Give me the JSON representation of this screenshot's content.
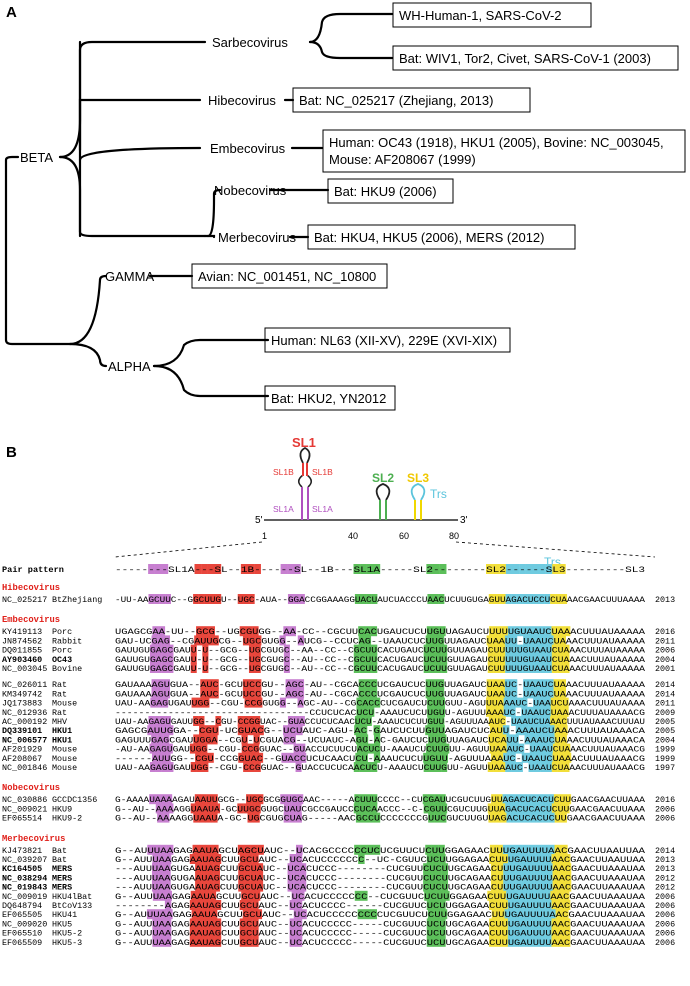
{
  "panel_a": {
    "label": "A",
    "nodes": {
      "beta": "BETA",
      "gamma": "GAMMA",
      "alpha": "ALPHA",
      "sarbecovirus": "Sarbecovirus",
      "hibecovirus": "Hibecovirus",
      "embecovirus": "Embecovirus",
      "nobecovirus": "Nobecovirus",
      "merbecovirus": "Merbecovirus"
    },
    "leaves": [
      {
        "id": "sarbeco-human",
        "lines": [
          "WH-Human-1, SARS-CoV-2"
        ]
      },
      {
        "id": "sarbeco-bat",
        "lines": [
          "Bat: WIV1, Tor2, Civet, SARS-CoV-1 (2003)"
        ]
      },
      {
        "id": "hibeco",
        "lines": [
          "Bat: NC_025217 (Zhejiang, 2013)"
        ]
      },
      {
        "id": "embeco",
        "lines": [
          "Human: OC43 (1918), HKU1 (2005), Bovine: NC_003045,",
          "Mouse: AF208067 (1999)"
        ]
      },
      {
        "id": "nobeco",
        "lines": [
          "Bat: HKU9 (2006)"
        ]
      },
      {
        "id": "merbeco",
        "lines": [
          "Bat: HKU4, HKU5 (2006), MERS (2012)"
        ]
      },
      {
        "id": "gamma",
        "lines": [
          "Avian: NC_001451, NC_10800"
        ]
      },
      {
        "id": "alpha-human",
        "lines": [
          "Human: NL63 (XII-XV), 229E (XVI-XIX)"
        ]
      },
      {
        "id": "alpha-bat",
        "lines": [
          "Bat: HKU2, YN2012"
        ]
      }
    ]
  },
  "panel_b": {
    "label": "B",
    "structure": {
      "sl1": "SL1",
      "sl1b": "SL1B",
      "sl1a": "SL1A",
      "sl2": "SL2",
      "sl3": "SL3",
      "trs": "Trs",
      "five_prime": "5'",
      "three_prime": "3'",
      "ticks": [
        "1",
        "40",
        "60",
        "80"
      ],
      "colors": {
        "sl1b": "#e53935",
        "sl1a": "#b04fbf",
        "sl2": "#4caf50",
        "sl3": "#f0d800",
        "trs": "#5bc4dc",
        "loop": "#222222"
      }
    },
    "trs_label": "Trs",
    "pair_pattern_label": "Pair pattern",
    "pair_pattern": "--------SL1A---SL--1B------SL--1B---SL1A-----SL2--------SL2------SL3---------SL3",
    "blocks": [
      {
        "genus": "Hibecovirus",
        "groups": [
          [
            {
              "acc": "NC_025217",
              "host": "BtZhejiang",
              "seq": "-UU-AAGCUUC--GGCUUGU--UGC-AUA--GGACCGGAAAGGUACUAUCUACCCUAACUCUUGUGAGUUAGACUCCUCUAAACGAACUUUAAAA",
              "year": "2013",
              "bold": false
            }
          ]
        ]
      },
      {
        "genus": "Embecovirus",
        "groups": [
          [
            {
              "acc": "KY419113",
              "host": "Porc",
              "seq": "UGAGCGAA-UU--GCG--UGCGUGG--AA-CC--CGCUUCACUGAUCUCUUGUUAGAUCUUUUUGUAAUCUAAACUUUAUAAAAA",
              "year": "2016",
              "bold": false
            },
            {
              "acc": "JN874562",
              "host": "Rabbit",
              "seq": "GAU-UCGAG--CGAUUGCG--UGCGUGG--AUCG--CCUCAG--UAAUCUCUUGUUAGAUCUAAUU-UAAUCUAAACUUUAUAAAAA",
              "year": "2011",
              "bold": false
            },
            {
              "acc": "DQ011855",
              "host": "Porc",
              "seq": "GAUUGUGAGCGAUU-U--GCG--UGCGUGC--AA--CC--CGCUUCACUGAUCUCUUGUUAGAUCUUUUUGUAAUCUAAACUUUAUAAAAA",
              "year": "2006",
              "bold": false
            },
            {
              "acc": "AY903460",
              "host": "OC43",
              "seq": "GAUUGUGAGCGAUU-U--GCG--UGCGUGC--AU--CC--CGCUUCACUGAUCUCUUGUUAGAUCUUUUUGUAAUCUAAACUUUAUAAAAA",
              "year": "2004",
              "bold": true
            },
            {
              "acc": "NC_003045",
              "host": "Bovine",
              "seq": "GAUUGUGAGCGAUU-U--GCG--UGCGUGC--AU--CC--CGCUUCACUGAUCUCUUGUUAGAUCUUUUUGUAAUCUAAACUUUAUAAAAA",
              "year": "2001",
              "bold": false
            }
          ],
          [
            {
              "acc": "NC_026011",
              "host": "Rat",
              "seq": "GAUAAAAGUGUA--AUC-GCUUCCGU--AGC-AU--CGCACCCUCGAUCUCUUGUUAGAUCUAAUC-UAAUCUAAACUUUAUAAAAA",
              "year": "2014",
              "bold": false
            },
            {
              "acc": "KM349742",
              "host": "Rat",
              "seq": "GAUAAAAGUGUA--AUC-GCUUCCGU--AGC-AU--CGCACCCUCGAUCUCUUGUUAGAUCUAAUC-UAAUCUAAACUUUAUAAAAA",
              "year": "2014",
              "bold": false
            },
            {
              "acc": "JQ173883",
              "host": "Mouse",
              "seq": "UAU-AAGAGUGAUUGG--CGU-CCGGUGG--AGC-AU--CGCACCCUCGAUCUCUUGUU-AGUUUAAAUC-UAAUCUAAACUUUAUAAAA",
              "year": "2011",
              "bold": false
            },
            {
              "acc": "NC_012936",
              "host": "Rat",
              "seq": "---------------------------------CCUCUCACUCU-AAAUCUCUUGUU-AGUUUAAAUC-UAAUCUAAACUUUAUAAAACG",
              "year": "2009",
              "bold": false
            },
            {
              "acc": "AC_000192",
              "host": "MHV",
              "seq": "UAU-AAGAGUGAUUGG--CGU-CCGGUAC--GUACCUCUCAACUCU-AAAUCUCUUGUU-AGUUUAAAUC-UAAUCUAAACUUUAUAAACUUUAU",
              "year": "2005",
              "bold": false
            },
            {
              "acc": "DQ339101",
              "host": "HKU1",
              "seq": "GAGCGAUUGGA--CGU-UCGUACG--UCUAUC-AGU-AC-GAUCUCUUGUUAGAUCUCAUU-AAAUCUAAACUUUAUAAACA",
              "year": "2005",
              "bold": true
            },
            {
              "acc": "NC_006577",
              "host": "HKU1",
              "seq": "GAGUUUGAGCGAUUGGA--CGU-UCGUACG--UCUAUC-AGU-AC-GAUCUCUUGUUAGAUCUCAUU-AAAUCUAAACUUUAUAAACA",
              "year": "2004",
              "bold": true
            },
            {
              "acc": "AF201929",
              "host": "Mouse",
              "seq": "-AU-AAGAGUGAUUGG--CGU-CCGGUAC--GUACCUCUUCUACUCU-AAAUCUCUUGUU-AGUUUAAAUC-UAAUCUAAACUUUAUAAACG",
              "year": "1999",
              "bold": false
            },
            {
              "acc": "AF208067",
              "host": "Mouse",
              "seq": "------AUUGG--CGU-CCGGUAC--GUACCUCUCAACUCU-AAAUCUCUUGUU-AGUUUAAAUC-UAAUCUAAACUUUAUAAACG",
              "year": "1999",
              "bold": false
            },
            {
              "acc": "NC_001846",
              "host": "Mouse",
              "seq": "UAU-AAGAGUGAUUGG--CGU-CCGGUAC--GUACCUCUCAACUCU-AAAUCUCUUGUU-AGUUUAAAUC-UAAUCUAAACUUUAUAAACG",
              "year": "1997",
              "bold": false
            }
          ]
        ]
      },
      {
        "genus": "Nobecovirus",
        "groups": [
          [
            {
              "acc": "NC_030886",
              "host": "GCCDC1356",
              "seq": "G-AAAAUAAAAGAUAAUUGCG--UGCGCGGUGCAAC-----ACUUUCCCC--CUCGAUUCGUCUUGUUAGACUCACUCUUGAACGAACUUAAA",
              "year": "2016",
              "bold": false
            },
            {
              "acc": "NC_009021",
              "host": "HKU9",
              "seq": "G--AU--AAAAGGUAAUA-GCUUGCGUGCUAUCGCCGAUCCCUCAACCC--C-CGUUCGUCUUGUUAGACUCACUCUUGAACGAACUUAAA",
              "year": "2006",
              "bold": false
            },
            {
              "acc": "EF065514",
              "host": "HKU9-2",
              "seq": "G--AU--AAAAGGUAAUA-GC-UGCGUGCUAG-----AACGCCUCCCCCCCGUUCGUCUUGUUAGACUCACUCUUGAACGAACUUAAA",
              "year": "2006",
              "bold": false
            }
          ]
        ]
      },
      {
        "genus": "Merbecovirus",
        "groups": [
          [
            {
              "acc": "KJ473821",
              "host": "Bat",
              "seq": "G--AUUUAAGAGAAUAGCUAGCUAUC--UCACGCCCCCCUCUCGUUCUCUUGGAGAACUUUGAUUUUAACGAACUUAAUUAA",
              "year": "2014",
              "bold": false
            },
            {
              "acc": "NC_039207",
              "host": "Bat",
              "seq": "G--AUUUAAGAGAAUAGCUUGCUAUC--UCACUCCCCCCC--UC-CGUUCUCUUGGAGAACUUUGAUUUUAACGAACUUAAUUAA",
              "year": "2013",
              "bold": false
            },
            {
              "acc": "KC164505",
              "host": "MERS",
              "seq": "---AUUUAAGUGAAUAGCUUGCUAUC--UCACUCCC--------CUCGUUCUCUUGCAGAACUUUGAUUUUAACGAACUUAAAUAA",
              "year": "2013",
              "bold": true
            },
            {
              "acc": "NC_038294",
              "host": "MERS",
              "seq": "---AUUUAAGUGAAUAGCUUGCUAUC--UCACUCCC--------CUCGUUCUCUUGCAGAACUUUGAUUUUAACGAACUUAAAUAA",
              "year": "2012",
              "bold": true
            },
            {
              "acc": "NC_019843",
              "host": "MERS",
              "seq": "---AUUUAAGUGAAUAGCUUGCUAUC--UCACUCCC--------CUCGUUCUCUUGCAGAACUUUGAUUUUAACGAACUUAAAUAA",
              "year": "2012",
              "bold": true
            },
            {
              "acc": "NC_009019",
              "host": "HKU4lBat",
              "seq": "G--AUUUAAGAGAAUAGCUUGCUAUC--UCACUCCCCCCC--CUCGUUCUCUUGGAGAACUUUGAUUUUAACGAACUUAAAUAA",
              "year": "2006",
              "bold": false
            },
            {
              "acc": "DQ648794",
              "host": "BtCoV133",
              "seq": "--------AGAGAAUAGCUUGCUAUC--UCACUCCCC------CUCGUUCUCUUGGAGAACUUUGAUUUUAACGAACUUAAAUAA",
              "year": "2006",
              "bold": false
            },
            {
              "acc": "EF065505",
              "host": "HKU41",
              "seq": "G--AUUUAAGAGAAUAGCUUGCUAUC--UCACUCCCCCCCCCUCGUUCUCUUGGAGAACUUUGAUUUUAACGAACUUAAAUAA",
              "year": "2006",
              "bold": false
            },
            {
              "acc": "NC_009020",
              "host": "HKU5",
              "seq": "G--AUUUAAGAGAAUAGCUUGCUAUC--UCACUCCCCC-----CUCGUUCUCUUGCAGAACUUUGAUUUUAACGAACUUAAAUAA",
              "year": "2006",
              "bold": false
            },
            {
              "acc": "EF065510",
              "host": "HKU5-2",
              "seq": "G--AUUUAAGAGAAUAGCUUGCUAUC--UCACUCCCCC-----CUCGUUCUCUUGCAGAACUUUGAUUUUAACGAACUUAAAUAA",
              "year": "2006",
              "bold": false
            },
            {
              "acc": "EF065509",
              "host": "HKU5-3",
              "seq": "G--AUUUAAGAGAAUAGCUUGCUAUC--UCACUCCCCC-----CUCGUUCUCUUGCAGAACUUUGAUUUUAACGAACUUAAAUAA",
              "year": "2006",
              "bold": false
            }
          ]
        ]
      }
    ],
    "genus_color": "#e0201a"
  }
}
